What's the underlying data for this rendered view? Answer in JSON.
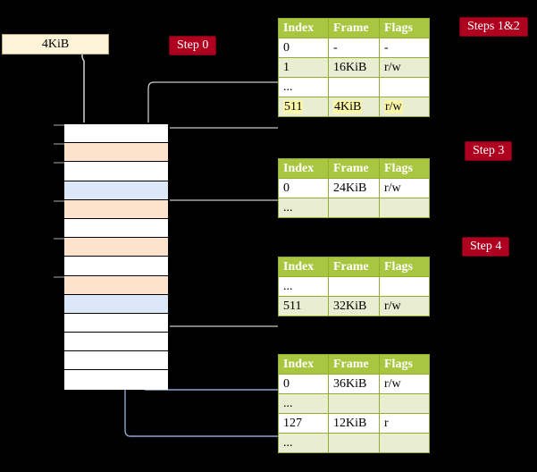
{
  "page_box": {
    "label": "4KiB"
  },
  "badges": {
    "step0": "Step 0",
    "steps12": "Steps 1&2",
    "step3": "Step 3",
    "step4": "Step 4"
  },
  "table_headers": {
    "index": "Index",
    "frame": "Frame",
    "flags": "Flags"
  },
  "tables": [
    {
      "id": "level1",
      "rows": [
        {
          "index": "0",
          "frame": "-",
          "flags": "-",
          "style": "white"
        },
        {
          "index": "1",
          "frame": "16KiB",
          "flags": "r/w",
          "style": "tint"
        },
        {
          "index": "...",
          "frame": "",
          "flags": "",
          "style": "white"
        },
        {
          "index": "511",
          "frame": "4KiB",
          "flags": "r/w",
          "style": "highlight"
        }
      ]
    },
    {
      "id": "level2",
      "rows": [
        {
          "index": "0",
          "frame": "24KiB",
          "flags": "r/w",
          "style": "white"
        },
        {
          "index": "...",
          "frame": "",
          "flags": "",
          "style": "tint"
        }
      ]
    },
    {
      "id": "level3",
      "rows": [
        {
          "index": "...",
          "frame": "",
          "flags": "",
          "style": "white"
        },
        {
          "index": "511",
          "frame": "32KiB",
          "flags": "r/w",
          "style": "tint"
        }
      ]
    },
    {
      "id": "level4",
      "rows": [
        {
          "index": "0",
          "frame": "36KiB",
          "flags": "r/w",
          "style": "white"
        },
        {
          "index": "...",
          "frame": "",
          "flags": "",
          "style": "tint"
        },
        {
          "index": "127",
          "frame": "12KiB",
          "flags": "r",
          "style": "white"
        },
        {
          "index": "...",
          "frame": "",
          "flags": "",
          "style": "tint"
        }
      ]
    }
  ],
  "memory_column": {
    "rows": [
      {
        "fill": "white"
      },
      {
        "fill": "orange"
      },
      {
        "fill": "white"
      },
      {
        "fill": "blue"
      },
      {
        "fill": "orange"
      },
      {
        "fill": "white"
      },
      {
        "fill": "orange"
      },
      {
        "fill": "white"
      },
      {
        "fill": "orange"
      },
      {
        "fill": "blue"
      },
      {
        "fill": "white"
      },
      {
        "fill": "white"
      },
      {
        "fill": "white"
      },
      {
        "fill": "white"
      }
    ],
    "ticks": [
      0,
      1,
      2,
      4,
      6,
      8
    ]
  },
  "colors": {
    "badge_bg": "#b00020",
    "table_header": "#a8c63f",
    "table_tint": "#e9eed2",
    "highlight": "#fbf7a8",
    "mem_orange": "#fde2cc",
    "mem_blue": "#dce8f7",
    "page_box": "#fdf3d9",
    "wire_gray": "#b9b9b9",
    "wire_blue": "#8aa8cf"
  }
}
